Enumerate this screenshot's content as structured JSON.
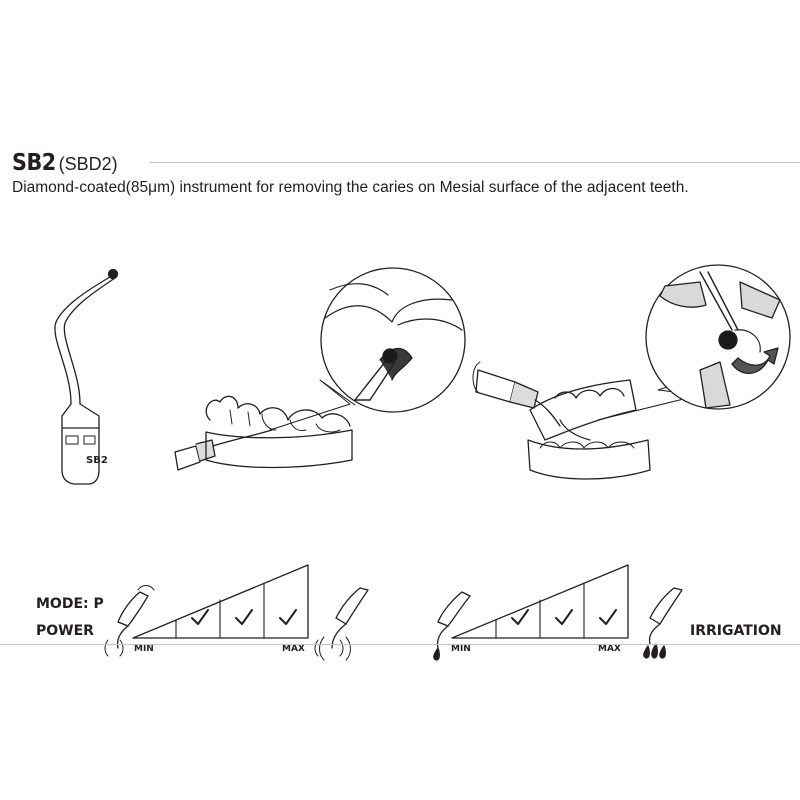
{
  "header": {
    "code": "SB2",
    "alt_code": "(SBD2)",
    "description": "Diamond-coated(85μm) instrument for removing the caries on Mesial surface of the adjacent teeth."
  },
  "tip_label": "SB2",
  "settings": {
    "mode_label": "MODE: P",
    "power_label": "POWER",
    "irrigation_label": "IRRIGATION",
    "power_scale": {
      "min_label": "MIN",
      "max_label": "MAX",
      "levels_checked": [
        2,
        3,
        4
      ]
    },
    "irrigation_scale": {
      "min_label": "MIN",
      "max_label": "MAX",
      "levels_checked": [
        2,
        3,
        4
      ]
    }
  },
  "colors": {
    "text": "#231f20",
    "rule": "#c4c4c4",
    "tooth_shade": "#d9d9d9",
    "dark": "#1a1a1a"
  },
  "icons": [
    "scaler-tip-icon",
    "handpiece-icon",
    "magnifier-circle-icon",
    "check-icon",
    "vibration-icon",
    "water-drop-icon",
    "rotation-arrow-icon"
  ]
}
